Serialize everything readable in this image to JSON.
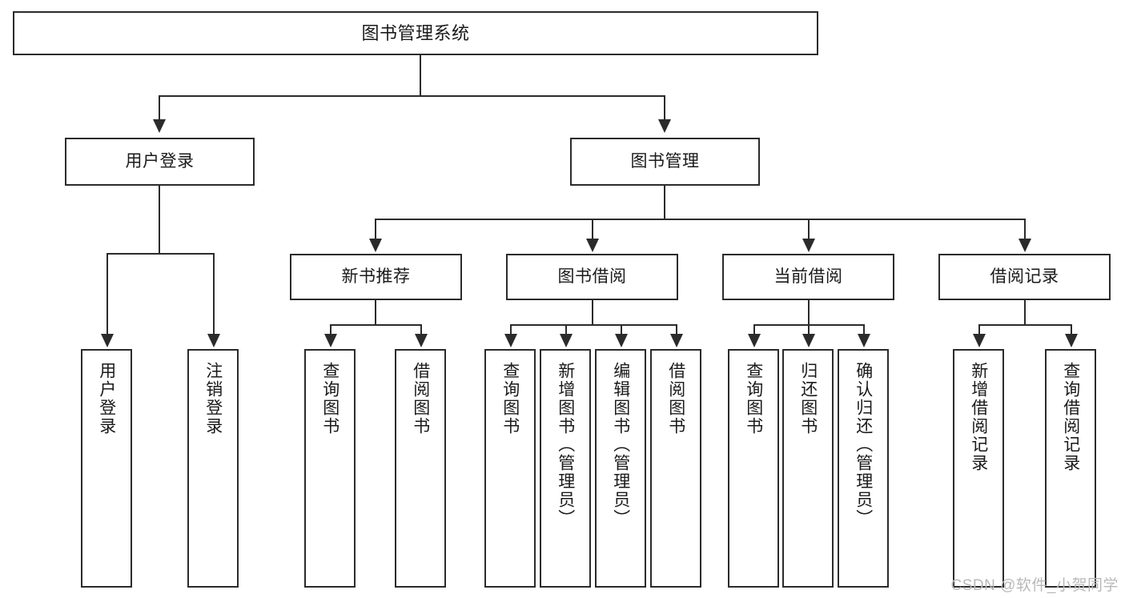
{
  "diagram": {
    "title": "图书管理系统",
    "type": "tree-hierarchy-diagram",
    "watermark": "CSDN @软件_小贺同学",
    "colors": {
      "stroke": "#2b2b2b",
      "fill": "#ffffff",
      "text": "#1a1a1a",
      "watermark": "#b9b9b9"
    },
    "nodes": {
      "root": {
        "label": "图书管理系统"
      },
      "level2": [
        {
          "id": "user-login",
          "label": "用户登录"
        },
        {
          "id": "book-management",
          "label": "图书管理"
        }
      ],
      "level3": [
        {
          "id": "new-book-recommend",
          "label": "新书推荐"
        },
        {
          "id": "book-borrow",
          "label": "图书借阅"
        },
        {
          "id": "current-borrow",
          "label": "当前借阅"
        },
        {
          "id": "borrow-record",
          "label": "借阅记录"
        }
      ],
      "leaves": {
        "user_login": [
          {
            "id": "leaf-user-login",
            "label": "用户登录"
          },
          {
            "id": "leaf-logout-login",
            "label": "注销登录"
          }
        ],
        "new_book_recommend": [
          {
            "id": "leaf-query-book-1",
            "label": "查询图书"
          },
          {
            "id": "leaf-borrow-book-1",
            "label": "借阅图书"
          }
        ],
        "book_borrow": [
          {
            "id": "leaf-query-book-2",
            "label": "查询图书"
          },
          {
            "id": "leaf-add-book",
            "label": "新增图书（管理员）"
          },
          {
            "id": "leaf-edit-book",
            "label": "编辑图书（管理员）"
          },
          {
            "id": "leaf-borrow-book-2",
            "label": "借阅图书"
          }
        ],
        "current_borrow": [
          {
            "id": "leaf-query-book-3",
            "label": "查询图书"
          },
          {
            "id": "leaf-return-book",
            "label": "归还图书"
          },
          {
            "id": "leaf-confirm-return",
            "label": "确认归还（管理员）"
          }
        ],
        "borrow_record": [
          {
            "id": "leaf-add-record",
            "label": "新增借阅记录"
          },
          {
            "id": "leaf-query-record",
            "label": "查询借阅记录"
          }
        ]
      }
    }
  }
}
